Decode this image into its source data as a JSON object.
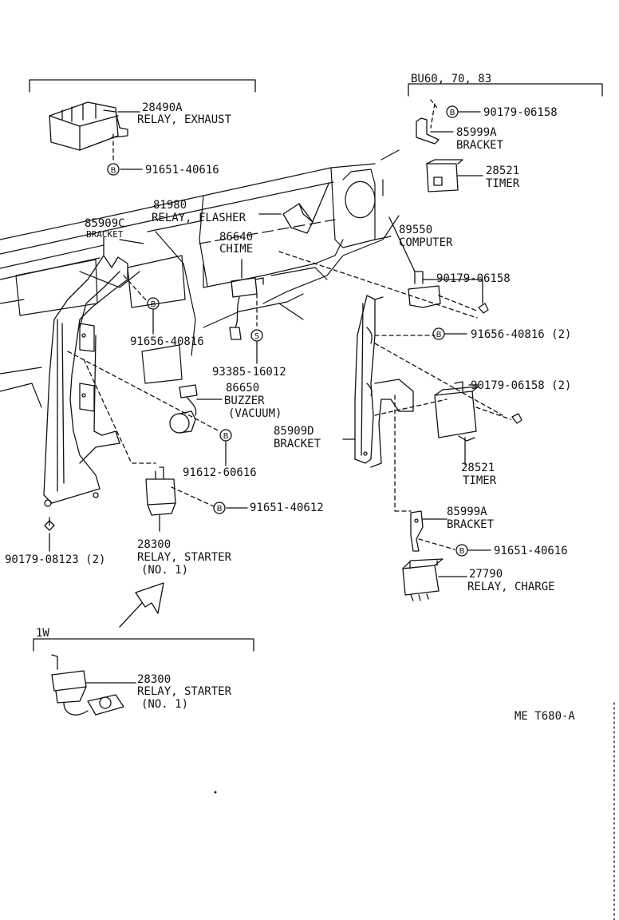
{
  "groups": {
    "bu_models": "BU60, 70, 83",
    "one_w": "1W"
  },
  "parts": {
    "relay_exhaust": {
      "number": "28490A",
      "name": "RELAY, EXHAUST"
    },
    "bolt_91651_40616_top": {
      "number": "91651-40616",
      "symbol": "B"
    },
    "relay_flasher": {
      "number": "81980",
      "name": "RELAY, FLASHER"
    },
    "bracket_85909c": {
      "number": "85909C",
      "name": "BRACKET"
    },
    "chime": {
      "number": "86640",
      "name": "CHIME"
    },
    "bolt_91656_40816_left": {
      "number": "91656-40816",
      "symbol": "B"
    },
    "screw_93385": {
      "number": "93385-16012",
      "symbol": "S"
    },
    "buzzer": {
      "number": "86650",
      "name": "BUZZER",
      "name2": "(VACUUM)"
    },
    "bolt_91612_60616": {
      "number": "91612-60616",
      "symbol": "B"
    },
    "bolt_91651_40612": {
      "number": "91651-40612",
      "symbol": "B"
    },
    "nut_90179_08123": {
      "number": "90179-08123 (2)"
    },
    "relay_starter": {
      "number": "28300",
      "name": "RELAY, STARTER",
      "name2": "(NO. 1)"
    },
    "bolt_90179_06158_top": {
      "number": "90179-06158",
      "symbol": "B"
    },
    "bracket_85999a_top": {
      "number": "85999A",
      "name": "BRACKET"
    },
    "timer_top": {
      "number": "28521",
      "name": "TIMER"
    },
    "computer": {
      "number": "89550",
      "name": "COMPUTER"
    },
    "nut_90179_06158_mid": {
      "number": "90179-06158"
    },
    "bolt_91656_40816_right": {
      "number": "91656-40816 (2)",
      "symbol": "B"
    },
    "nut_90179_06158_2": {
      "number": "90179-06158 (2)"
    },
    "bracket_85909d": {
      "number": "85909D",
      "name": "BRACKET"
    },
    "timer_lower": {
      "number": "28521",
      "name": "TIMER"
    },
    "bracket_85999a_lower": {
      "number": "85999A",
      "name": "BRACKET"
    },
    "bolt_91651_40616_lower": {
      "number": "91651-40616",
      "symbol": "B"
    },
    "relay_charge": {
      "number": "27790",
      "name": "RELAY, CHARGE"
    },
    "relay_starter_1w": {
      "number": "28300",
      "name": "RELAY, STARTER",
      "name2": "(NO. 1)"
    }
  },
  "diagram_code": "ME T680-A"
}
